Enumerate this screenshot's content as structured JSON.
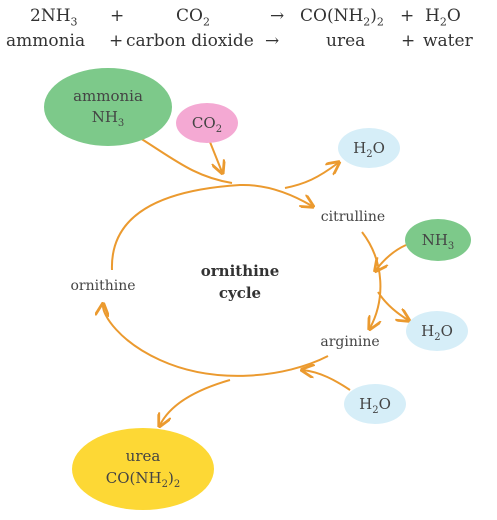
{
  "equation": {
    "symbolic": {
      "reactant1_coef": "2NH",
      "reactant1_sub": "3",
      "plus1": "+",
      "reactant2": "CO",
      "reactant2_sub": "2",
      "arrow": "→",
      "product1_pre": "CO(NH",
      "product1_sub": "2",
      "product1_post": ")",
      "product1_sub2": "2",
      "plus2": "+",
      "product2_pre": "H",
      "product2_sub": "2",
      "product2_post": "O"
    },
    "words": {
      "reactant1": "ammonia",
      "plus1": "+",
      "reactant2": "carbon dioxide",
      "arrow": "→",
      "product1": "urea",
      "plus2": "+",
      "product2": "water"
    }
  },
  "cycle": {
    "title_line1": "ornithine",
    "title_line2": "cycle",
    "stages": {
      "citrulline": "citrulline",
      "arginine": "arginine",
      "ornithine": "ornithine"
    }
  },
  "bubbles": {
    "ammonia": {
      "line1": "ammonia",
      "line2_pre": "NH",
      "line2_sub": "3",
      "color": "#7dc98a"
    },
    "co2": {
      "pre": "CO",
      "sub": "2",
      "color": "#f4a9d3"
    },
    "water_top": {
      "pre": "H",
      "sub": "2",
      "post": "O",
      "color": "#d6eef8"
    },
    "nh3": {
      "pre": "NH",
      "sub": "3",
      "color": "#7dc98a"
    },
    "water_mid": {
      "pre": "H",
      "sub": "2",
      "post": "O",
      "color": "#d6eef8"
    },
    "water_bottom": {
      "pre": "H",
      "sub": "2",
      "post": "O",
      "color": "#d6eef8"
    },
    "urea": {
      "line1": "urea",
      "line2_pre": "CO(NH",
      "line2_sub": "2",
      "line2_post": ")",
      "line2_sub2": "2",
      "color": "#fdd835"
    }
  },
  "colors": {
    "arrow": "#eb9a2f"
  }
}
